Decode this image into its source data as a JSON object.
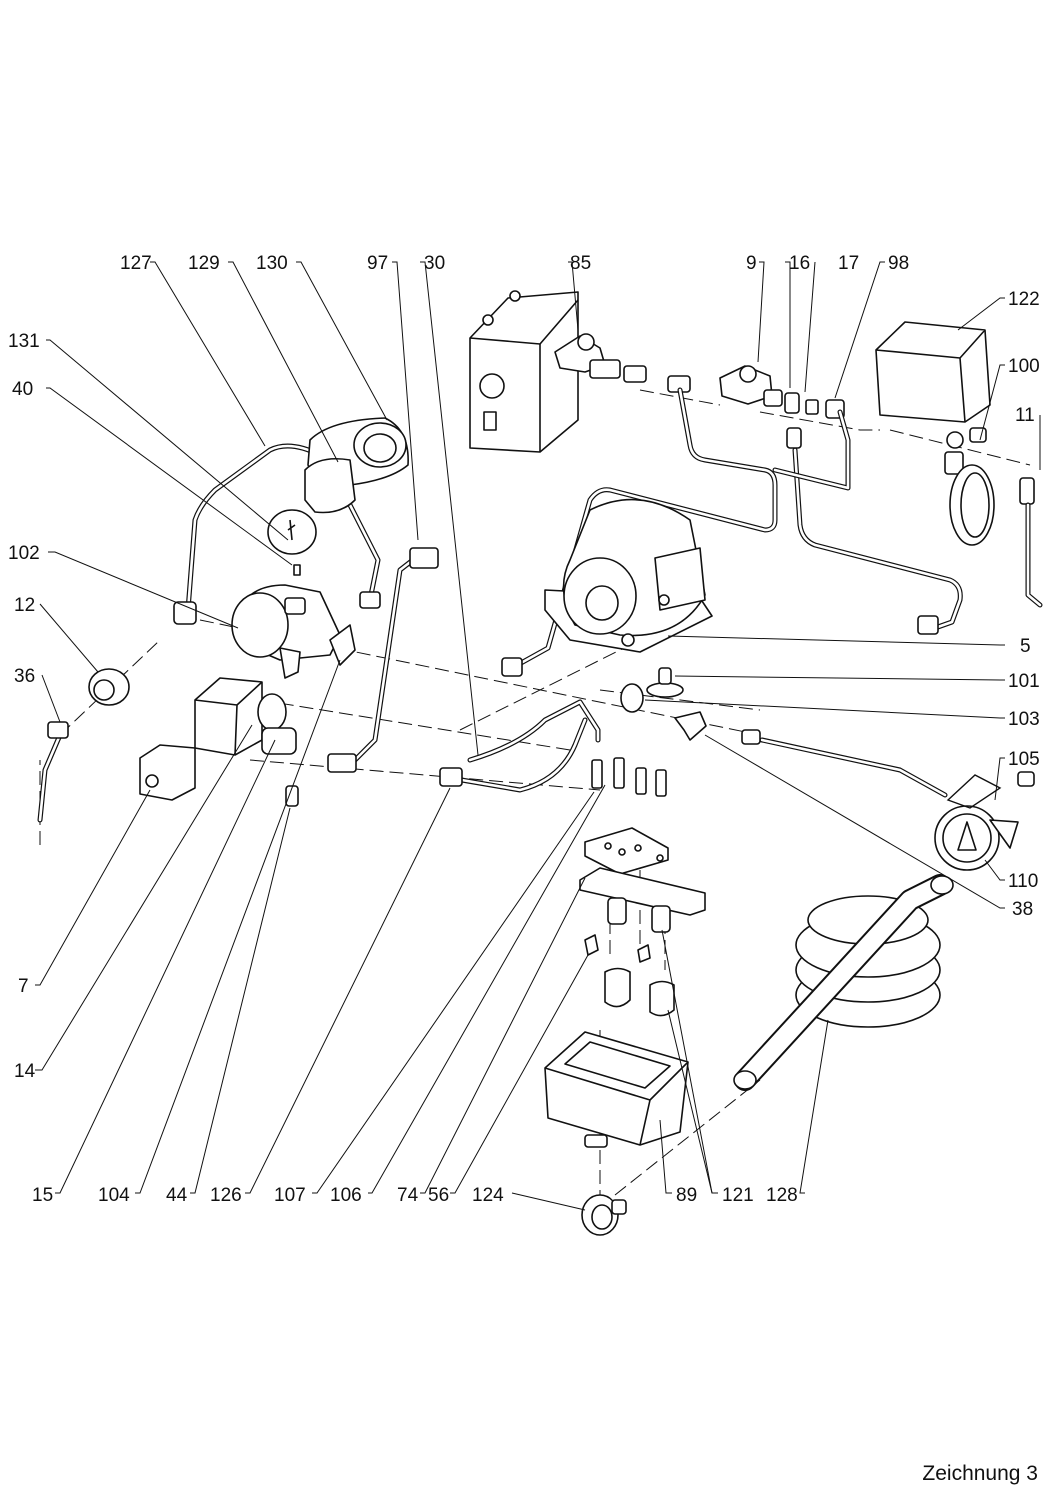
{
  "drawing": {
    "caption": "Zeichnung 3"
  },
  "callouts": {
    "c127": "127",
    "c129": "129",
    "c130": "130",
    "c97": "97",
    "c30": "30",
    "c85": "85",
    "c9": "9",
    "c16": "16",
    "c17": "17",
    "c98": "98",
    "c122": "122",
    "c131": "131",
    "c40": "40",
    "c100": "100",
    "c11": "11",
    "c102": "102",
    "c12": "12",
    "c36": "36",
    "c5": "5",
    "c101": "101",
    "c103": "103",
    "c105": "105",
    "c110": "110",
    "c38": "38",
    "c7": "7",
    "c14": "14",
    "c15": "15",
    "c104": "104",
    "c44": "44",
    "c126": "126",
    "c107": "107",
    "c106": "106",
    "c74": "74",
    "c56": "56",
    "c124": "124",
    "c89": "89",
    "c121": "121",
    "c128": "128"
  }
}
